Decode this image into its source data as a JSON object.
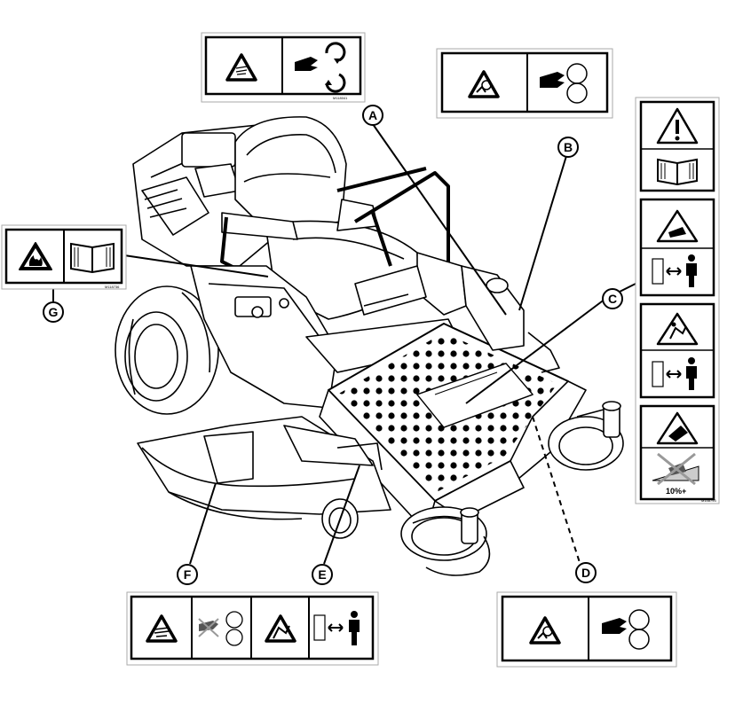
{
  "callouts": [
    {
      "letter": "A"
    },
    {
      "letter": "B"
    },
    {
      "letter": "C"
    },
    {
      "letter": "D"
    },
    {
      "letter": "E"
    },
    {
      "letter": "F"
    },
    {
      "letter": "G"
    }
  ],
  "decals": {
    "a_code": "M118041",
    "g_code": "M118736",
    "c_code": "M148793",
    "slope_label": "10%+"
  },
  "colors": {
    "ink": "#000000",
    "paper": "#ffffff"
  }
}
